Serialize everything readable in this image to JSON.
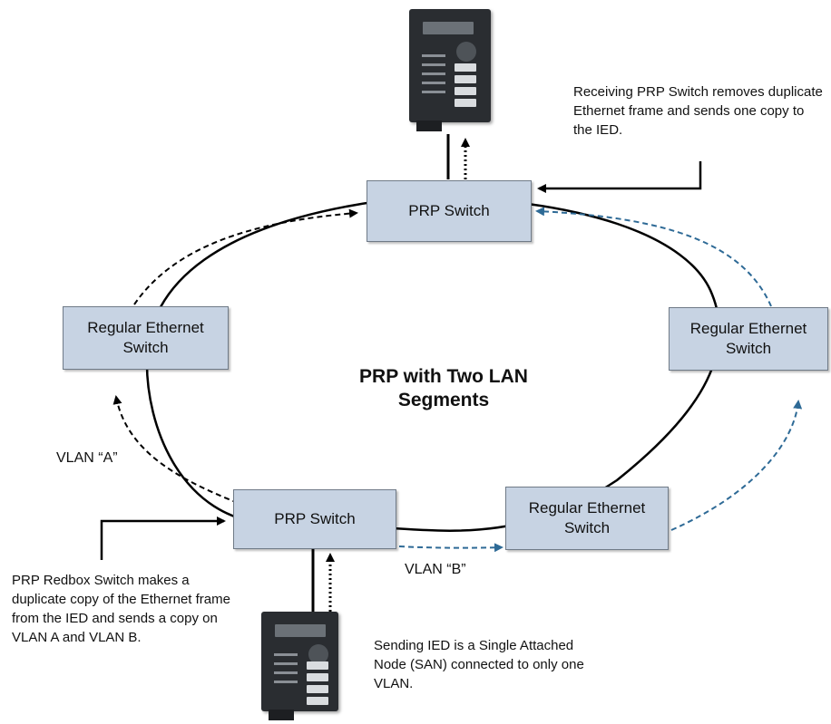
{
  "title": "PRP with Two LAN Segments",
  "nodes": {
    "prp_top": "PRP Switch",
    "prp_bottom": "PRP Switch",
    "reg_left": "Regular Ethernet Switch",
    "reg_right": "Regular Ethernet Switch",
    "reg_bottom_right": "Regular Ethernet Switch"
  },
  "labels": {
    "vlan_a": "VLAN “A”",
    "vlan_b": "VLAN “B”"
  },
  "notes": {
    "receiving": "Receiving PRP Switch removes duplicate Ethernet frame and sends one copy to the IED.",
    "redbox": "PRP Redbox Switch makes a duplicate copy of the Ethernet frame from the IED and sends a copy on VLAN A and VLAN B.",
    "sending": "Sending IED is a Single Attached Node (SAN) connected to only one VLAN."
  },
  "icons": {
    "top_device": "ied-device-icon",
    "bottom_device": "ied-device-icon"
  },
  "colors": {
    "box_fill": "#c7d3e3",
    "vlan_a_path": "#000000",
    "vlan_b_path": "#2e6a96"
  }
}
